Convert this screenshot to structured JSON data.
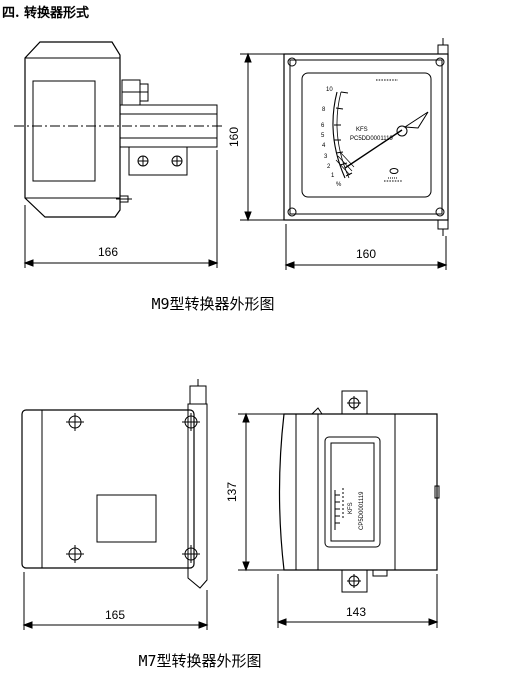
{
  "heading": "四. 转换器形式",
  "m9": {
    "caption": "M9型转换器外形图",
    "side_width": "166",
    "front_height": "160",
    "front_width": "160",
    "scale_labels": [
      "10",
      "8",
      "6",
      "5",
      "4",
      "3",
      "2",
      "1"
    ],
    "scale_unit": "%",
    "brand": "KFS",
    "serial": "PC5DD0001119"
  },
  "m7": {
    "caption": "M7型转换器外形图",
    "side_width": "165",
    "front_height": "137",
    "front_width": "143",
    "brand": "KFS",
    "serial": "CP5D0001119"
  }
}
